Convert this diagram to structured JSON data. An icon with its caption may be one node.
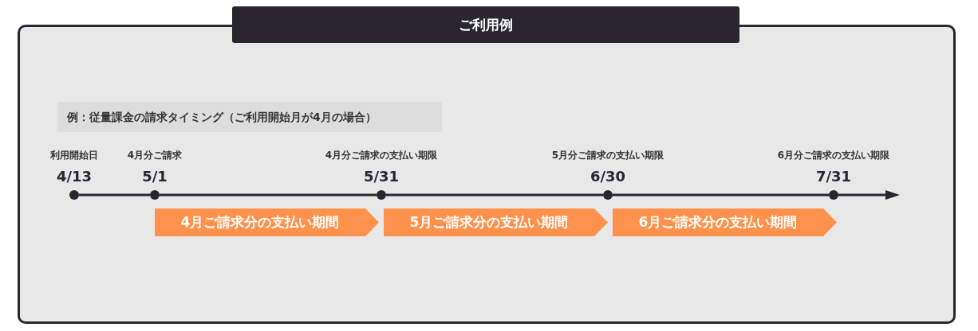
{
  "diagram": {
    "title": "ご利用例",
    "nodes": [
      {
        "text": [],
        "shape": "box"
      },
      {
        "text": [
          "例：従量課金の請求タイミング（ご利用開始月が4月の場合）"
        ],
        "in": 0
      },
      {
        "text": [],
        "shape": "circle",
        "in": 0,
        "beside": [
          "利用開始日",
          "4/13"
        ]
      },
      {
        "text": [],
        "shape": "circle",
        "in": 0,
        "beside": [
          "4月分ご請求",
          "5/1"
        ]
      },
      {
        "text": [],
        "shape": "circle",
        "in": 0,
        "beside": [
          "4月分ご請求の支払い期限",
          "5/31"
        ]
      },
      {
        "text": [],
        "shape": "circle",
        "in": 0,
        "beside": [
          "5月分ご請求の支払い期限",
          "6/30"
        ]
      },
      {
        "text": [],
        "shape": "circle",
        "in": 0,
        "beside": [
          "6月分ご請求の支払い期限",
          "7/31"
        ]
      },
      {
        "text": [
          "4月ご請求分の支払い期間"
        ],
        "in": 0
      },
      {
        "text": [
          "5月ご請求分の支払い期間"
        ],
        "in": 0
      },
      {
        "text": [
          "6月ご請求分の支払い期間"
        ],
        "in": 0
      }
    ],
    "edges": [
      {
        "from": 2,
        "to": 3,
        "arrow": "none"
      },
      {
        "from": 3,
        "to": 4,
        "arrow": "none"
      },
      {
        "from": 4,
        "to": 5,
        "arrow": "none"
      },
      {
        "from": 5,
        "to": 6,
        "arrow": "none"
      },
      {
        "from": 6,
        "to": null,
        "arrow": "to"
      }
    ]
  }
}
